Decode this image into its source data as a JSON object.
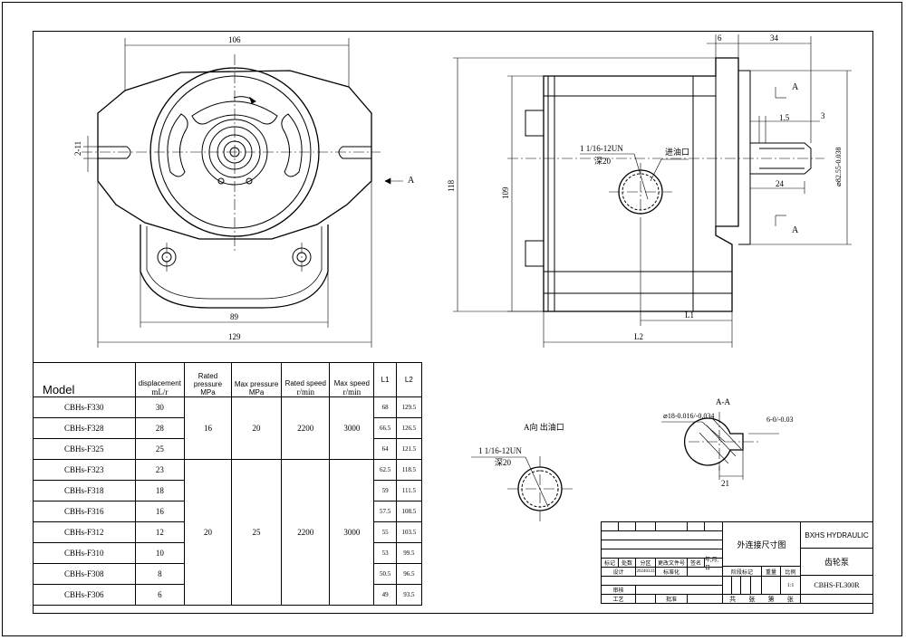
{
  "front_view": {
    "dim_width_top": "106",
    "dim_bore_89": "89",
    "dim_width_129": "129",
    "dim_slot": "2-11",
    "section_arrow": "A"
  },
  "side_view": {
    "dim_6": "6",
    "dim_34": "34",
    "dim_1_5": "1.5",
    "dim_3": "3",
    "dim_24": "24",
    "dim_118": "118",
    "dim_109": "109",
    "dim_pilot": "⌀82.55-0.038",
    "dim_L1": "L1",
    "dim_L2": "L2",
    "thread_spec": "1 1/16-12UN",
    "thread_depth": "深20",
    "inlet_label": "进油口",
    "section_top": "A",
    "section_bottom": "A"
  },
  "outlet_view": {
    "title": "A向 出油口",
    "thread_spec": "1 1/16-12UN",
    "thread_depth": "深20"
  },
  "section_aa": {
    "title": "A-A",
    "shaft_dim": "⌀18-0.016/-0.034",
    "key_dim": "6-0/-0.03",
    "dim_21": "21"
  },
  "spec_table": {
    "headers": {
      "model": "Model",
      "displacement": "displacement",
      "displacement_unit": "mL/r",
      "rated_pressure": "Rated pressure",
      "rated_pressure_unit": "MPa",
      "max_pressure": "Max pressure",
      "max_pressure_unit": "MPa",
      "rated_speed": "Rated speed",
      "rated_speed_unit": "r/min",
      "max_speed": "Max speed",
      "max_speed_unit": "r/min",
      "l1": "L1",
      "l2": "L2"
    },
    "rows": [
      {
        "model": "CBHs-F330",
        "disp": "30",
        "l1": "68",
        "l2": "129.5"
      },
      {
        "model": "CBHs-F328",
        "disp": "28",
        "l1": "66.5",
        "l2": "126.5"
      },
      {
        "model": "CBHs-F325",
        "disp": "25",
        "l1": "64",
        "l2": "121.5"
      },
      {
        "model": "CBHs-F323",
        "disp": "23",
        "l1": "62.5",
        "l2": "118.5"
      },
      {
        "model": "CBHs-F318",
        "disp": "18",
        "l1": "59",
        "l2": "111.5"
      },
      {
        "model": "CBHs-F316",
        "disp": "16",
        "l1": "57.5",
        "l2": "108.5"
      },
      {
        "model": "CBHs-F312",
        "disp": "12",
        "l1": "55",
        "l2": "103.5"
      },
      {
        "model": "CBHs-F310",
        "disp": "10",
        "l1": "53",
        "l2": "99.5"
      },
      {
        "model": "CBHs-F308",
        "disp": "8",
        "l1": "50.5",
        "l2": "96.5"
      },
      {
        "model": "CBHs-F306",
        "disp": "6",
        "l1": "49",
        "l2": "93.5"
      }
    ],
    "group1": {
      "rated_pressure": "16",
      "max_pressure": "20",
      "rated_speed": "2200",
      "max_speed": "3000"
    },
    "group2": {
      "rated_pressure": "20",
      "max_pressure": "25",
      "rated_speed": "2200",
      "max_speed": "3000"
    }
  },
  "title_block": {
    "drawing_name": "外连接尺寸图",
    "company": "BXHS HYDRAULIC",
    "part_name": "齿轮泵",
    "part_number": "CBHS-FL300R",
    "scale": "1:1",
    "h_mark": "标记",
    "h_count": "处数",
    "h_zone": "分区",
    "h_docno": "更改文件号",
    "h_sign": "签名",
    "h_date": "年,月,日",
    "design": "设计",
    "design_date": "20240333",
    "standardize": "标准化",
    "stage_mark": "阶段标记",
    "weight": "重量",
    "ratio": "比例",
    "review": "审核",
    "process": "工艺",
    "approve": "批准",
    "sheets_total": "共",
    "sheets_zhang": "张",
    "sheet_no": "第",
    "sheet_zhang": "张"
  }
}
